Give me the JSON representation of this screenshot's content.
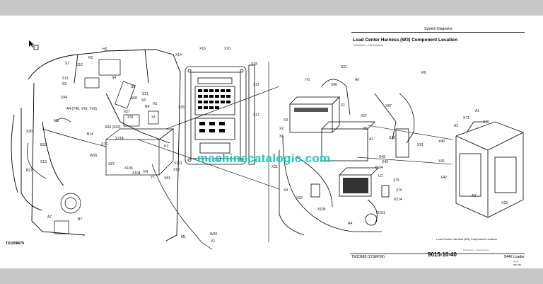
{
  "header": {
    "section": "System Diagrams",
    "title": "Load Center Harness (W3) Component Location",
    "subtitle": "TX1xxxxxx — UN-xxxxxxxx"
  },
  "figure": {
    "id_label": "TX1058679",
    "watermark": "machinecatalogic.com"
  },
  "footer": {
    "caption": "Load Center Harness (W3) Component Location",
    "code_right": "TX1xxxxxx — UN-xxxxxxxx",
    "manual": "TM10688 (17SEP09)",
    "page_number": "9015-10-40",
    "product": "544K Loader",
    "small1": "xx-xx",
    "small2": "PN=736"
  },
  "labels": {
    "left": [
      "S7",
      "S12",
      "S11",
      "S9",
      "H2",
      "R2",
      "S4",
      "X14",
      "X16",
      "X10",
      "X18",
      "X11",
      "X17",
      "X15",
      "X12",
      "X94",
      "A4 (Y40, Y41, Y42)",
      "X27",
      "X31",
      "X33 (S32)",
      "M3",
      "B14",
      "X30",
      "B33",
      "X214",
      "X76",
      "W26",
      "X87",
      "X106",
      "X104",
      "K4",
      "X121",
      "Y1",
      "X91",
      "K3",
      "X19",
      "B27",
      "S13",
      "A7",
      "B7",
      "M1",
      "W20",
      "V1",
      "S21",
      "S5",
      "S6",
      "S60",
      "R4",
      "H1",
      "X1"
    ],
    "center": [
      "X86",
      "S21",
      "H1",
      "X1",
      "X3",
      "X2",
      "X5",
      "X21",
      "X4",
      "X22",
      "X105",
      "R4",
      "X101",
      "X43",
      "X42",
      "U1",
      "X75",
      "X214",
      "X76",
      "X104",
      "A2",
      "B1",
      "S18",
      "X27",
      "X87",
      "A6",
      "R9",
      "X40",
      "X41",
      "X42",
      "X71",
      "A1",
      "X72",
      "A2",
      "A3",
      "X23",
      "X91"
    ]
  },
  "colors": {
    "page": "#ffffff",
    "frame": "#c8c8c8",
    "watermark": "#1ec9c9",
    "line": "#000000"
  }
}
